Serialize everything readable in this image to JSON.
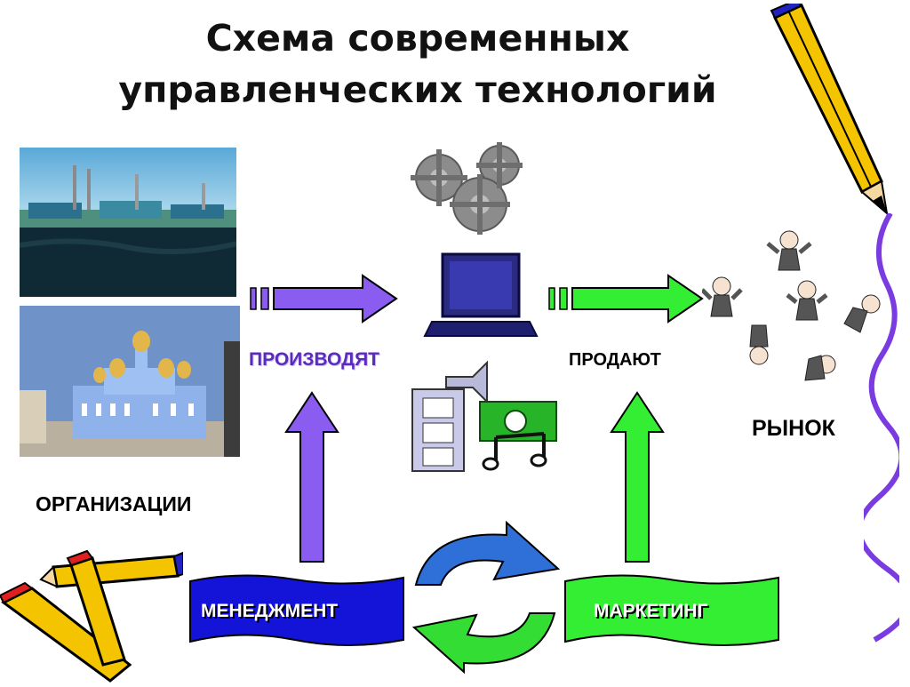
{
  "title": "Схема современных управленческих технологий",
  "labels": {
    "produce": "ПРОИЗВОДЯТ",
    "sell": "ПРОДАЮТ",
    "market": "РЫНОК",
    "organizations": "ОРГАНИЗАЦИИ",
    "management": "МЕНЕДЖМЕНТ",
    "marketing": "МАРКЕТИНГ"
  },
  "colors": {
    "produce_arrows": "#8a5cf0",
    "sell_arrows": "#33ee33",
    "management_banner": "#1414d8",
    "marketing_banner": "#33ee33",
    "cycle_top": "#2f6fd8",
    "cycle_bottom": "#33dd33"
  },
  "icons": [
    "factory-photo",
    "cathedral-photo",
    "gears-icon",
    "laptop-icon",
    "multimedia-icon",
    "people-icon",
    "pencil-icon"
  ]
}
